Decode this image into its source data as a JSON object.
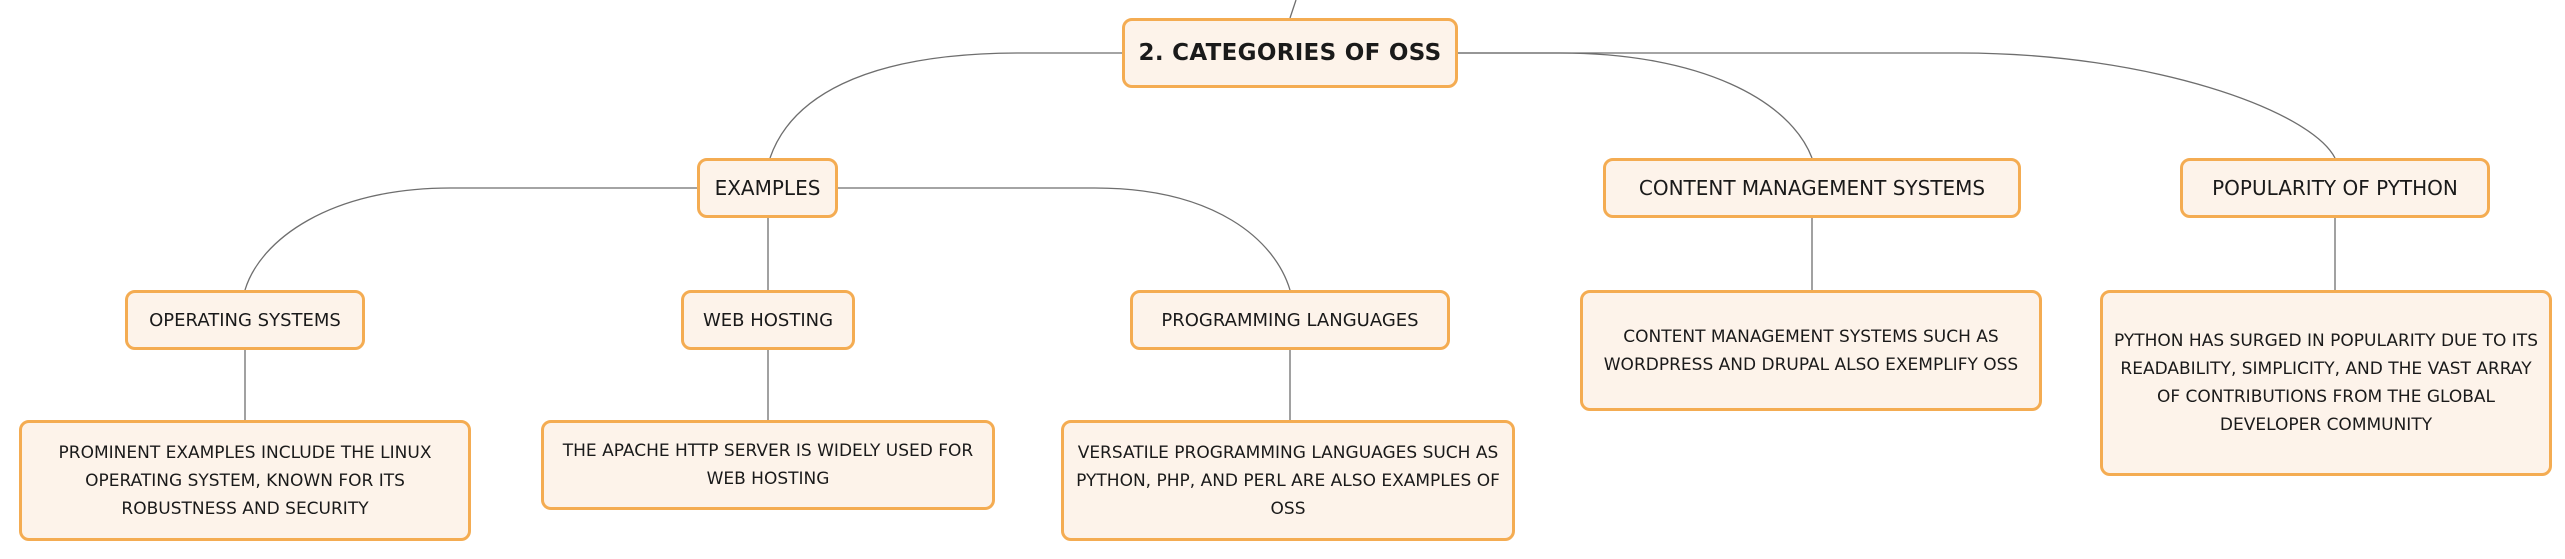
{
  "diagram": {
    "root": {
      "label": "2. CATEGORIES OF OSS"
    },
    "examples": {
      "label": "EXAMPLES",
      "operating_systems": {
        "label": "OPERATING SYSTEMS",
        "detail": "PROMINENT EXAMPLES INCLUDE THE LINUX OPERATING SYSTEM, KNOWN FOR ITS ROBUSTNESS AND SECURITY"
      },
      "web_hosting": {
        "label": "WEB HOSTING",
        "detail": "THE APACHE HTTP SERVER IS WIDELY USED FOR WEB HOSTING"
      },
      "programming_languages": {
        "label": "PROGRAMMING LANGUAGES",
        "detail": "VERSATILE PROGRAMMING LANGUAGES SUCH AS PYTHON, PHP, AND PERL ARE ALSO EXAMPLES OF OSS"
      }
    },
    "cms": {
      "label": "CONTENT MANAGEMENT SYSTEMS",
      "detail": "CONTENT MANAGEMENT SYSTEMS SUCH AS WORDPRESS AND DRUPAL ALSO EXEMPLIFY OSS"
    },
    "python": {
      "label": "POPULARITY OF PYTHON",
      "detail": "PYTHON HAS SURGED IN POPULARITY DUE TO ITS READABILITY, SIMPLICITY, AND THE VAST ARRAY OF CONTRIBUTIONS FROM THE GLOBAL DEVELOPER COMMUNITY"
    },
    "colors": {
      "node_fill": "#fdf3ea",
      "node_border": "#f4ac52",
      "connector": "#6e6e6e"
    }
  }
}
